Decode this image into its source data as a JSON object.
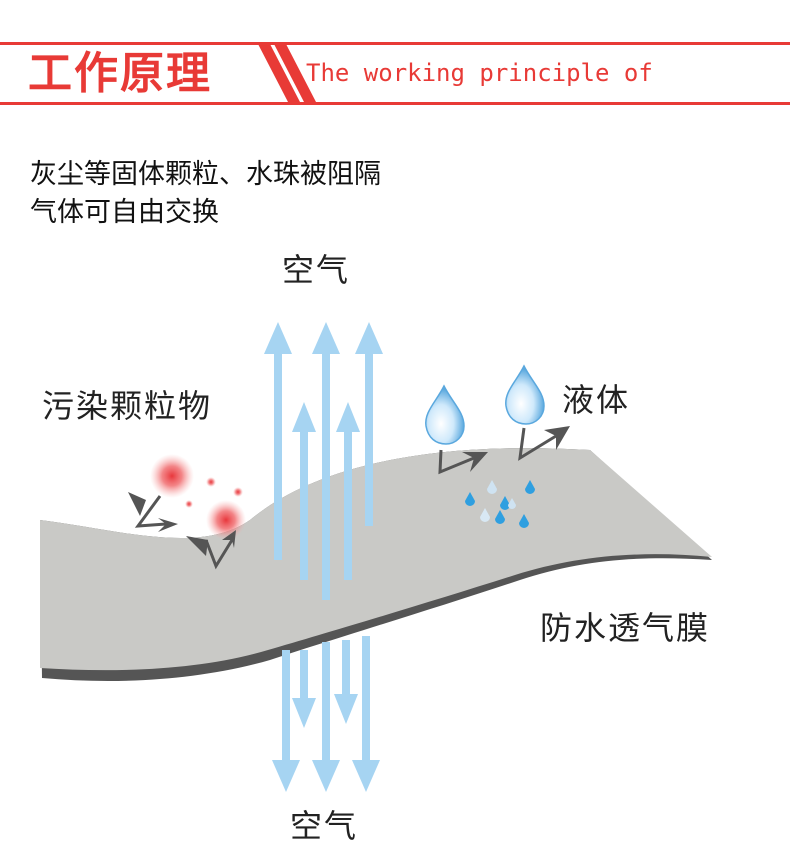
{
  "header": {
    "title_zh": "工作原理",
    "title_en": "The working principle of"
  },
  "description": {
    "line1": "灰尘等固体颗粒、水珠被阻隔",
    "line2": "气体可自由交换"
  },
  "labels": {
    "air_top": "空气",
    "air_bottom": "空气",
    "pollutant": "污染颗粒物",
    "liquid": "液体",
    "membrane": "防水透气膜"
  },
  "colors": {
    "brand_red": "#e83a36",
    "arrow_blue": "#a6d4f2",
    "membrane_fill": "#c9c9c6",
    "membrane_edge": "#555555",
    "particle_red": "#e8373c",
    "droplet_blue": "#2f9fe0"
  }
}
